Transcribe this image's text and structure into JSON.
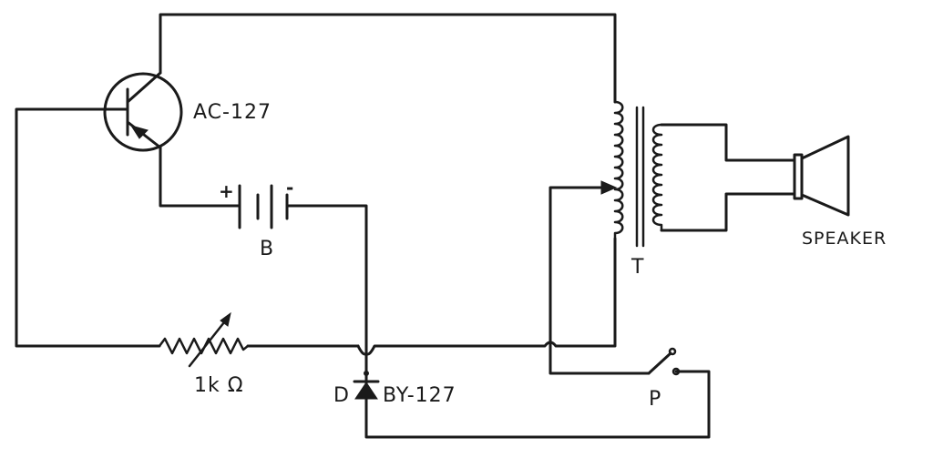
{
  "labels": {
    "transistor": "AC-127",
    "battery": "B",
    "battery_plus": "+",
    "battery_minus": "-",
    "resistor": "1k Ω",
    "diode_letter": "D",
    "diode_part": "BY-127",
    "transformer": "T",
    "speaker": "SPEAKER",
    "switch": "P"
  }
}
